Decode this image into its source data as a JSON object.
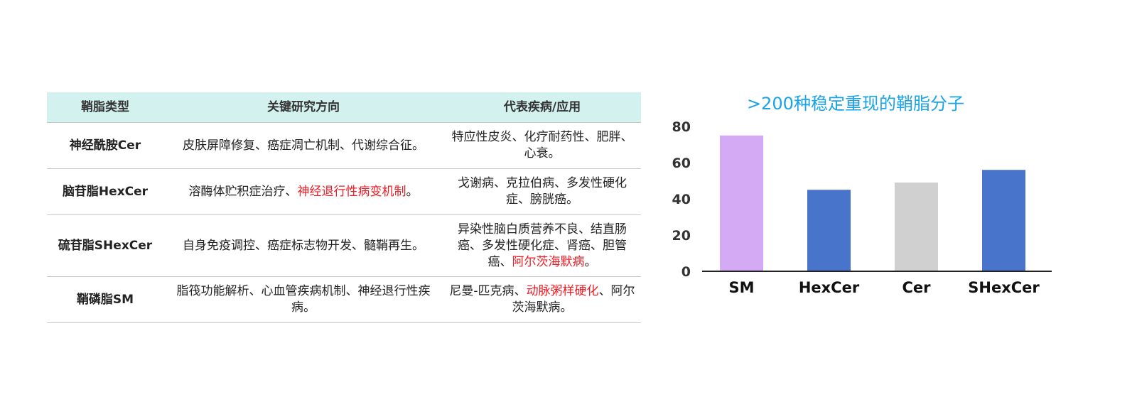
{
  "table": {
    "headers": [
      "鞘脂类型",
      "关键研究方向",
      "代表疾病/应用"
    ],
    "rows": [
      {
        "type": "神经酰胺Cer",
        "research": [
          {
            "text": "皮肤屏障修复、癌症凋亡机制、代谢综合征。",
            "highlight": false
          }
        ],
        "disease": [
          {
            "text": "特应性皮炎、化疗耐药性、肥胖、心衰。",
            "highlight": false
          }
        ]
      },
      {
        "type": "脑苷脂HexCer",
        "research": [
          {
            "text": "溶酶体贮积症治疗、",
            "highlight": false
          },
          {
            "text": "神经退行性病变机制",
            "highlight": true
          },
          {
            "text": "。",
            "highlight": false
          }
        ],
        "disease": [
          {
            "text": "戈谢病、克拉伯病、多发性硬化症、膀胱癌。",
            "highlight": false
          }
        ]
      },
      {
        "type": "硫苷脂SHexCer",
        "research": [
          {
            "text": "自身免疫调控、癌症标志物开发、髓鞘再生。",
            "highlight": false
          }
        ],
        "disease": [
          {
            "text": "异染性脑白质营养不良、结直肠癌、多发性硬化症、肾癌、胆管癌、",
            "highlight": false
          },
          {
            "text": "阿尔茨海默病",
            "highlight": true
          },
          {
            "text": "。",
            "highlight": false
          }
        ]
      },
      {
        "type": "鞘磷脂SM",
        "research": [
          {
            "text": "脂筏功能解析、心血管疾病机制、神经退行性疾病。",
            "highlight": false
          }
        ],
        "disease": [
          {
            "text": "尼曼-匹克病、",
            "highlight": false
          },
          {
            "text": "动脉粥样硬化",
            "highlight": true
          },
          {
            "text": "、阿尔茨海默病。",
            "highlight": false
          }
        ]
      }
    ]
  },
  "colors": {
    "header_bg": "#d3f2ef",
    "highlight_text": "#ee1c25",
    "title": "#1aa3e8"
  },
  "chart_data": {
    "type": "bar",
    "title": ">200种稳定重现的鞘脂分子",
    "categories": [
      "SM",
      "HexCer",
      "Cer",
      "SHexCer"
    ],
    "values": [
      75,
      45,
      49,
      56
    ],
    "colors": [
      "#d4aaf5",
      "#4874cc",
      "#d0d0d0",
      "#4874cc"
    ],
    "yticks": [
      0,
      20,
      40,
      60,
      80
    ],
    "ylim": [
      0,
      80
    ],
    "xlabel": "",
    "ylabel": "",
    "grid": false,
    "legend": "none"
  }
}
